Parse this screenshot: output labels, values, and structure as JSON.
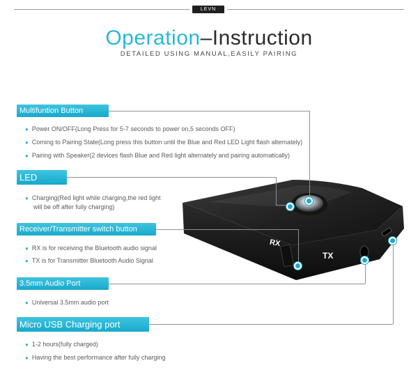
{
  "brand": "LEVN",
  "title": {
    "part1": "Operation",
    "dash": "–",
    "part2": "Instruction"
  },
  "subtitle": "DETAILED USING MANUAL,EASILY PAIRING",
  "sections": [
    {
      "label": "Multifuntion Button",
      "items": [
        "Power ON/OFF(Long Press for 5-7 seconds to power on,5 seconds OFF)",
        "Coming to Pairing State(Long press this button until the Blue and Red LED Light flash alternately)",
        "Pairing with Speaker(2 devices flash Blue and Red light alternately and pairing automatically)"
      ]
    },
    {
      "label": "LED",
      "items": [
        [
          "Charging(Red light while charging,the red light",
          "will be off after fully charging)"
        ]
      ]
    },
    {
      "label": "Receiver/Transmitter switch button",
      "items": [
        "RX is for receiving the Bluetooth audio signal",
        "TX is for Transmitter Bluetooth Audio Signal"
      ]
    },
    {
      "label": "3.5mm Audio Port",
      "items": [
        "Universal 3.5mm audio port"
      ]
    },
    {
      "label": "Micro USB Charging port",
      "items": [
        "1-2 hours(fully charged)",
        "Having the best performance after fully charging"
      ]
    }
  ],
  "device": {
    "rx_label": "RX",
    "tx_label": "TX"
  },
  "colors": {
    "accent": "#2ab7d6",
    "device": "#1b1b1b"
  }
}
